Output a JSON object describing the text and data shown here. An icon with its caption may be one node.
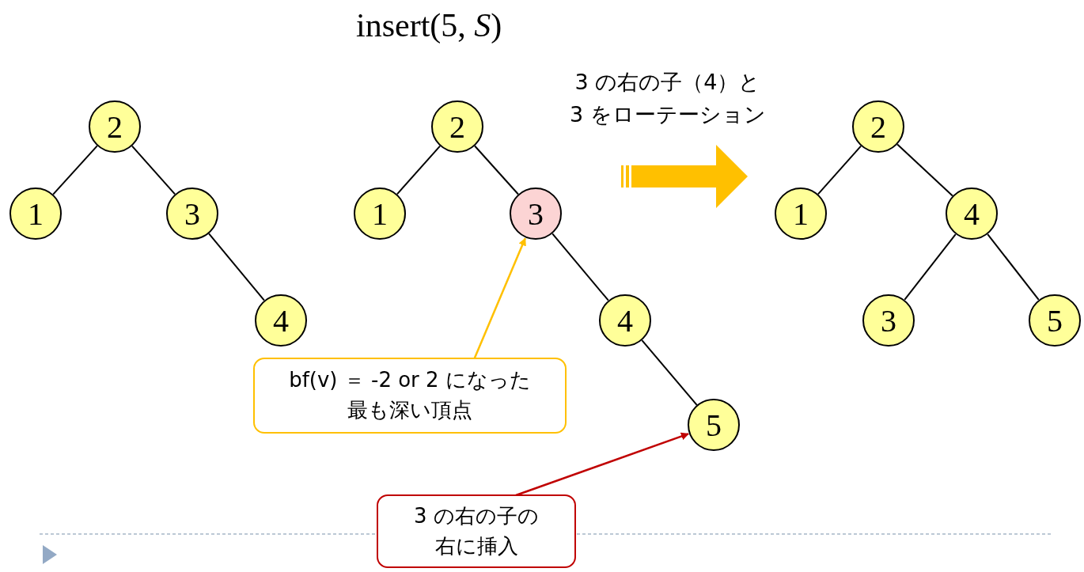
{
  "diagram": {
    "title": "insert(5, *S*)",
    "nodes": [
      {
        "text": [
          "2"
        ]
      },
      {
        "text": [
          "1"
        ]
      },
      {
        "text": [
          "3"
        ]
      },
      {
        "text": [
          "4"
        ]
      },
      {
        "text": [
          "2"
        ]
      },
      {
        "text": [
          "1"
        ]
      },
      {
        "text": [
          "3"
        ]
      },
      {
        "text": [
          "4"
        ]
      },
      {
        "text": [
          "5"
        ]
      },
      {
        "text": [
          "2"
        ]
      },
      {
        "text": [
          "1"
        ]
      },
      {
        "text": [
          "4"
        ]
      },
      {
        "text": [
          "3"
        ]
      },
      {
        "text": [
          "5"
        ]
      },
      {
        "text": [
          "bf(v) ＝ -2 or 2 になった最も深い頂点"
        ]
      },
      {
        "text": [
          "3 の右の子の右に挿入"
        ]
      }
    ],
    "edges": [
      {
        "from": 0,
        "to": 1,
        "arrow": "none"
      },
      {
        "from": 0,
        "to": 2,
        "arrow": "none"
      },
      {
        "from": 2,
        "to": 3,
        "arrow": "none"
      },
      {
        "from": 4,
        "to": 5,
        "arrow": "none"
      },
      {
        "from": 4,
        "to": 6,
        "arrow": "none"
      },
      {
        "from": 6,
        "to": 7,
        "arrow": "none"
      },
      {
        "from": 7,
        "to": 8,
        "arrow": "none"
      },
      {
        "from": 9,
        "to": 10,
        "arrow": "none"
      },
      {
        "from": 9,
        "to": 11,
        "arrow": "none"
      },
      {
        "from": 11,
        "to": 12,
        "arrow": "none"
      },
      {
        "from": 11,
        "to": 13,
        "arrow": "none"
      },
      {
        "from": 14,
        "to": 6,
        "arrow": "to",
        "color": "#ffc000"
      },
      {
        "from": 15,
        "to": 8,
        "arrow": "to",
        "color": "#c00000"
      }
    ],
    "labels": [
      "3 の右の子（4）と3 をローテーション"
    ]
  }
}
